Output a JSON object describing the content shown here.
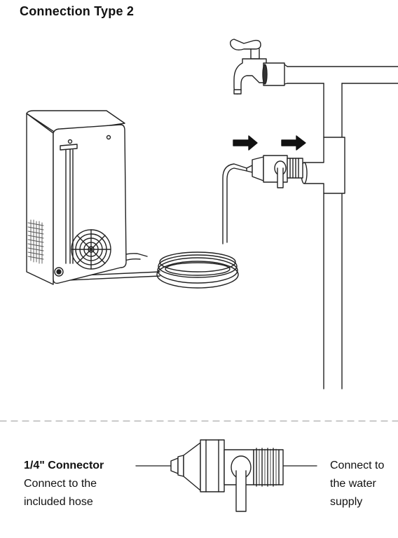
{
  "header": {
    "title": "Connection Type 2"
  },
  "callouts": {
    "left": {
      "heading": "1/4\" Connector",
      "line1": "Connect to the",
      "line2": "included hose"
    },
    "right": {
      "line1": "Connect to",
      "line2": "the water",
      "line3": "supply"
    }
  }
}
